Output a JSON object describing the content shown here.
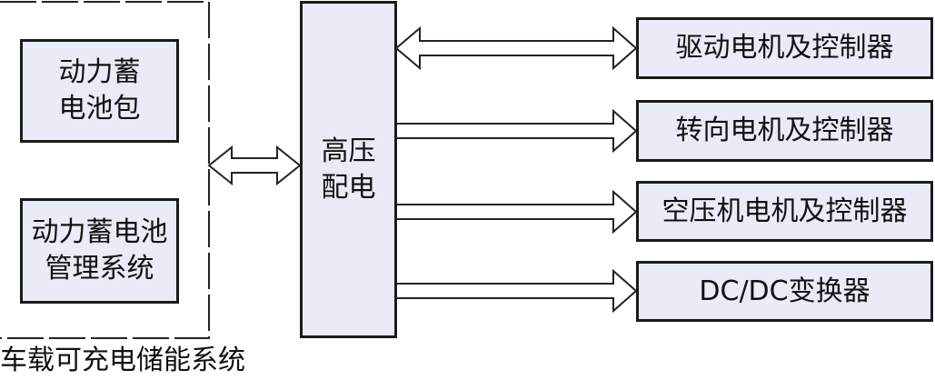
{
  "storage_group": {
    "battery_pack": [
      "动力蓄",
      "电池包"
    ],
    "bms": [
      "动力蓄电池",
      "管理系统"
    ],
    "caption": "车载可充电储能系统"
  },
  "hv_distribution": [
    "高压",
    "配电"
  ],
  "loads": [
    "驱动电机及控制器",
    "转向电机及控制器",
    "空压机电机及控制器",
    "DC/DC变换器"
  ]
}
